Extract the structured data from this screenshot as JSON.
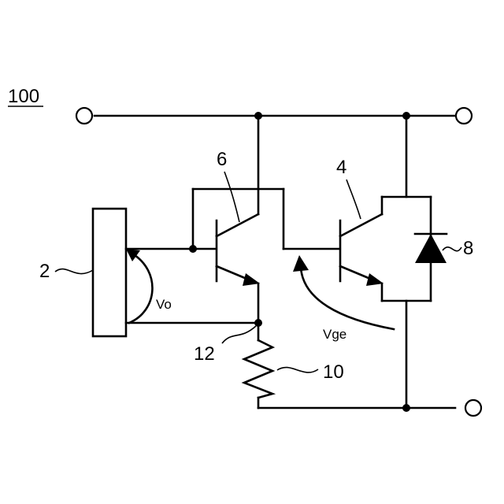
{
  "figure": {
    "ref_main": "100",
    "ref_sensor": "2",
    "ref_transistor_small": "6",
    "ref_transistor_main": "4",
    "ref_diode": "8",
    "ref_resistor": "10",
    "ref_node": "12",
    "label_vo": "Vo",
    "label_vge": "Vge"
  }
}
